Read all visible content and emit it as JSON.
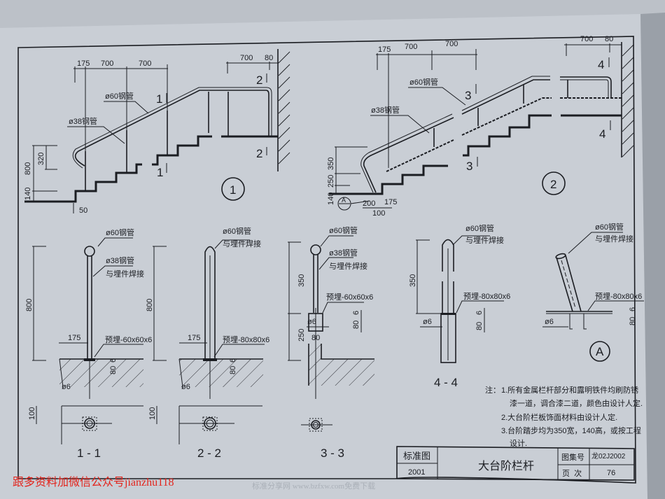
{
  "view1": {
    "dims_top": [
      "175",
      "700",
      "700"
    ],
    "dims_right": [
      "700",
      "80"
    ],
    "pipe60": "ø60钢管",
    "pipe38": "ø38钢管",
    "heights": [
      "800",
      "320",
      "140"
    ],
    "bottom_dim": "50",
    "section_marks": [
      "1",
      "1",
      "2",
      "2"
    ],
    "label": "1"
  },
  "view2": {
    "dims_top": [
      "175",
      "700",
      "700"
    ],
    "dims_right": [
      "700",
      "80"
    ],
    "pipe60": "ø60钢管",
    "pipe38": "ø38钢管",
    "heights": [
      "350",
      "250",
      "140"
    ],
    "bottom_dims": [
      "200",
      "175",
      "100"
    ],
    "detail_ref": "A",
    "section_marks": [
      "3",
      "3",
      "4",
      "4"
    ],
    "label": "2"
  },
  "sections": {
    "s11": {
      "pipe60": "ø60钢管",
      "pipe38": "ø38钢管",
      "weld": "与埋件焊接",
      "h": "800",
      "w": "175",
      "embed": "预埋-60x60x6",
      "e80": "80",
      "e6": "6",
      "rebar": "ø6",
      "plan": "100",
      "label": "1 - 1"
    },
    "s22": {
      "pipe60": "ø60钢管",
      "weld": "与埋件焊接",
      "h": "800",
      "w": "175",
      "embed": "预埋-80x80x6",
      "e80": "80",
      "e6": "6",
      "rebar": "ø6",
      "plan": "100",
      "label": "2 - 2"
    },
    "s33": {
      "pipe60": "ø60钢管",
      "pipe38": "ø38钢管",
      "weld": "与埋件焊接",
      "h1": "350",
      "h2": "250",
      "embed": "预埋-60x60x6",
      "e80": "80",
      "e6": "6",
      "rebar": "ø6",
      "w": "80",
      "label": "3 - 3"
    },
    "s44": {
      "pipe60": "ø60钢管",
      "weld": "与埋件焊接",
      "h": "350",
      "embed": "预埋-80x80x6",
      "e80": "80",
      "e6": "6",
      "rebar": "ø6",
      "label": "4 - 4"
    },
    "detailA": {
      "pipe60": "ø60钢管",
      "weld": "与埋件焊接",
      "embed": "预埋-80x80x6",
      "e80": "80",
      "e6": "6",
      "rebar": "ø6",
      "label": "A"
    }
  },
  "notes": {
    "heading": "注：",
    "lines": [
      "1.所有金属栏杆部分和露明铁件均刷防锈",
      "漆一道，调合漆二道，颜色由设计人定.",
      "2.大台阶栏板饰面材料由设计人定.",
      "3.台阶踏步均为350宽，140高，或按工程",
      "设计."
    ]
  },
  "title_block": {
    "std_label": "标准图",
    "year": "2001",
    "title": "大台阶栏杆",
    "atlas_label": "图集号",
    "atlas_no": "龙02J2002",
    "page_label": "页  次",
    "page_no": "76"
  },
  "watermark": "跟多资料加微信公众号jianzhu118",
  "faint_watermark": "标准分享网 www.bzfxw.com免费下载",
  "colors": {
    "paper": "#c9ced5",
    "ink": "#1b1d22",
    "watermark": "#e3241c"
  }
}
